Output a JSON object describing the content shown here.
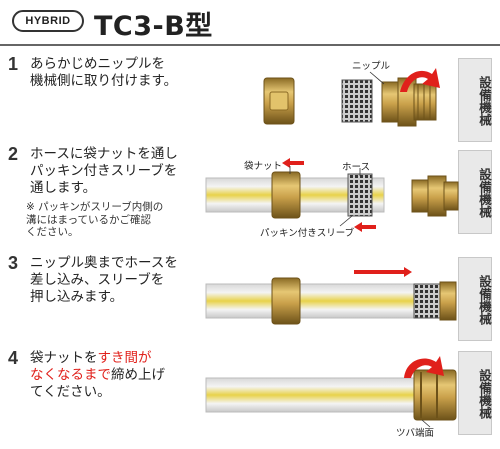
{
  "header": {
    "badge": "HYBRID",
    "title": "TC3-B型"
  },
  "steps": [
    {
      "number": "1",
      "text": "あらかじめニップルを\n機械側に取り付けます。"
    },
    {
      "number": "2",
      "text": "ホースに袋ナットを通し\nパッキン付きスリーブを\n通します。",
      "note": "※ パッキンがスリーブ内側の\n溝にはまっているかご確認\nください。"
    },
    {
      "number": "3",
      "text": "ニップル奥までホースを\n差し込み、スリーブを\n押し込みます。"
    },
    {
      "number": "4",
      "text_a": "袋ナットを",
      "text_b": "すき間が",
      "text_c": "なくなるまで",
      "text_d": "締め上げ\nてください。"
    }
  ],
  "panel_label": "設備機械",
  "labels": {
    "nipple": "ニップル",
    "nut": "袋ナット",
    "hose": "ホース",
    "sleeve": "パッキン付きスリーブ",
    "flange": "ツバ端面"
  },
  "colors": {
    "accent_red": "#e0201b",
    "brass": "#c9a04a",
    "hose_yellow": "#e8d24a"
  }
}
